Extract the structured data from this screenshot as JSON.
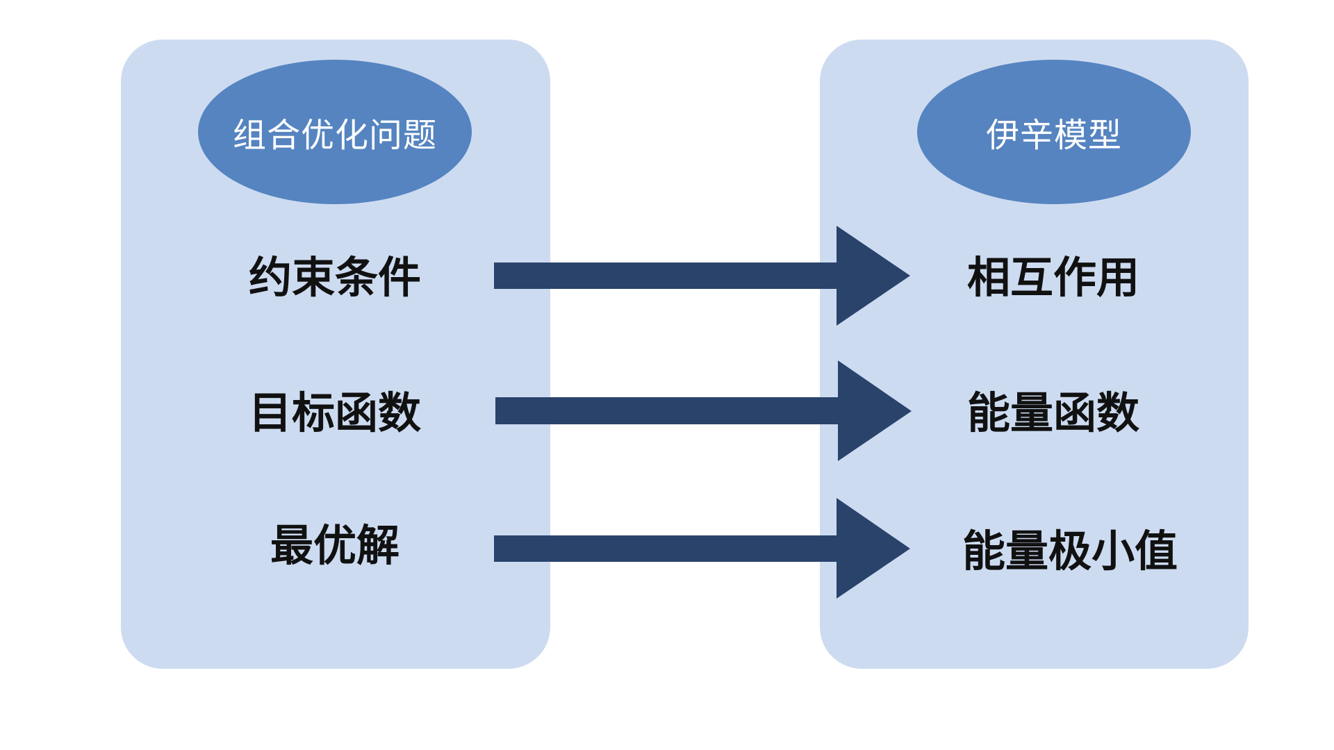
{
  "left": {
    "header": "组合优化问题",
    "items": [
      "约束条件",
      "目标函数",
      "最优解"
    ]
  },
  "right": {
    "header": "伊辛模型",
    "items": [
      "相互作用",
      "能量函数",
      "能量极小值"
    ]
  },
  "colors": {
    "panel": "#cddbf1",
    "header_ellipse": "#5584c0",
    "arrow": "#29436b",
    "text": "#111111",
    "header_text": "#ffffff"
  }
}
